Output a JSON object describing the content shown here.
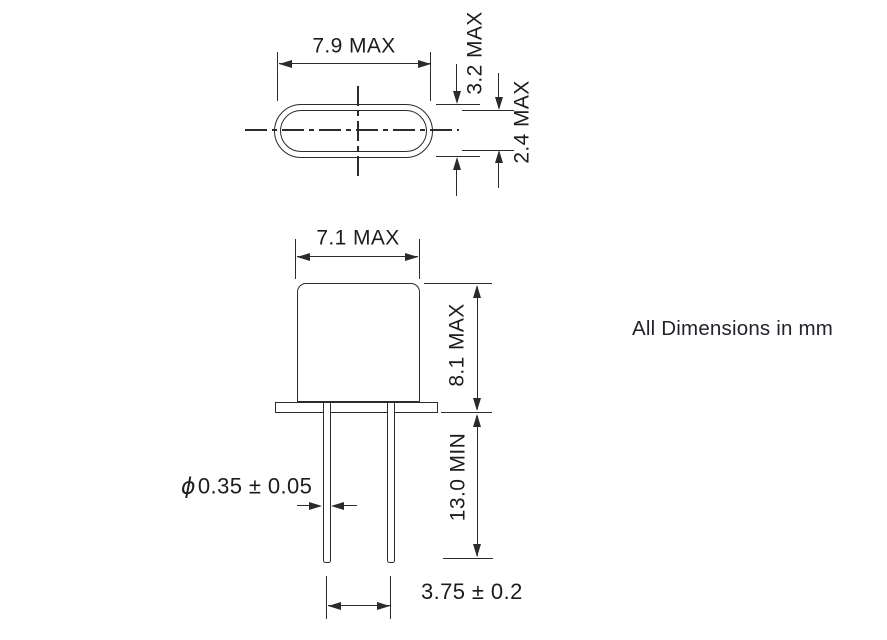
{
  "note": "All Dimensions in mm",
  "top_view": {
    "width_label": "7.9 MAX",
    "outer_height_label": "3.2 MAX",
    "inner_height_label": "2.4 MAX"
  },
  "front_view": {
    "body_width_label": "7.1 MAX",
    "body_height_label": "8.1 MAX",
    "lead_length_label": "13.0 MIN",
    "lead_diameter_symbol": "ϕ",
    "lead_diameter_label": "0.35 ± 0.05",
    "lead_spacing_label": "3.75 ± 0.2"
  },
  "colors": {
    "line": "#2b2b2b",
    "text": "#1c1c1c",
    "note_text": "#23232b",
    "background": "#ffffff"
  }
}
